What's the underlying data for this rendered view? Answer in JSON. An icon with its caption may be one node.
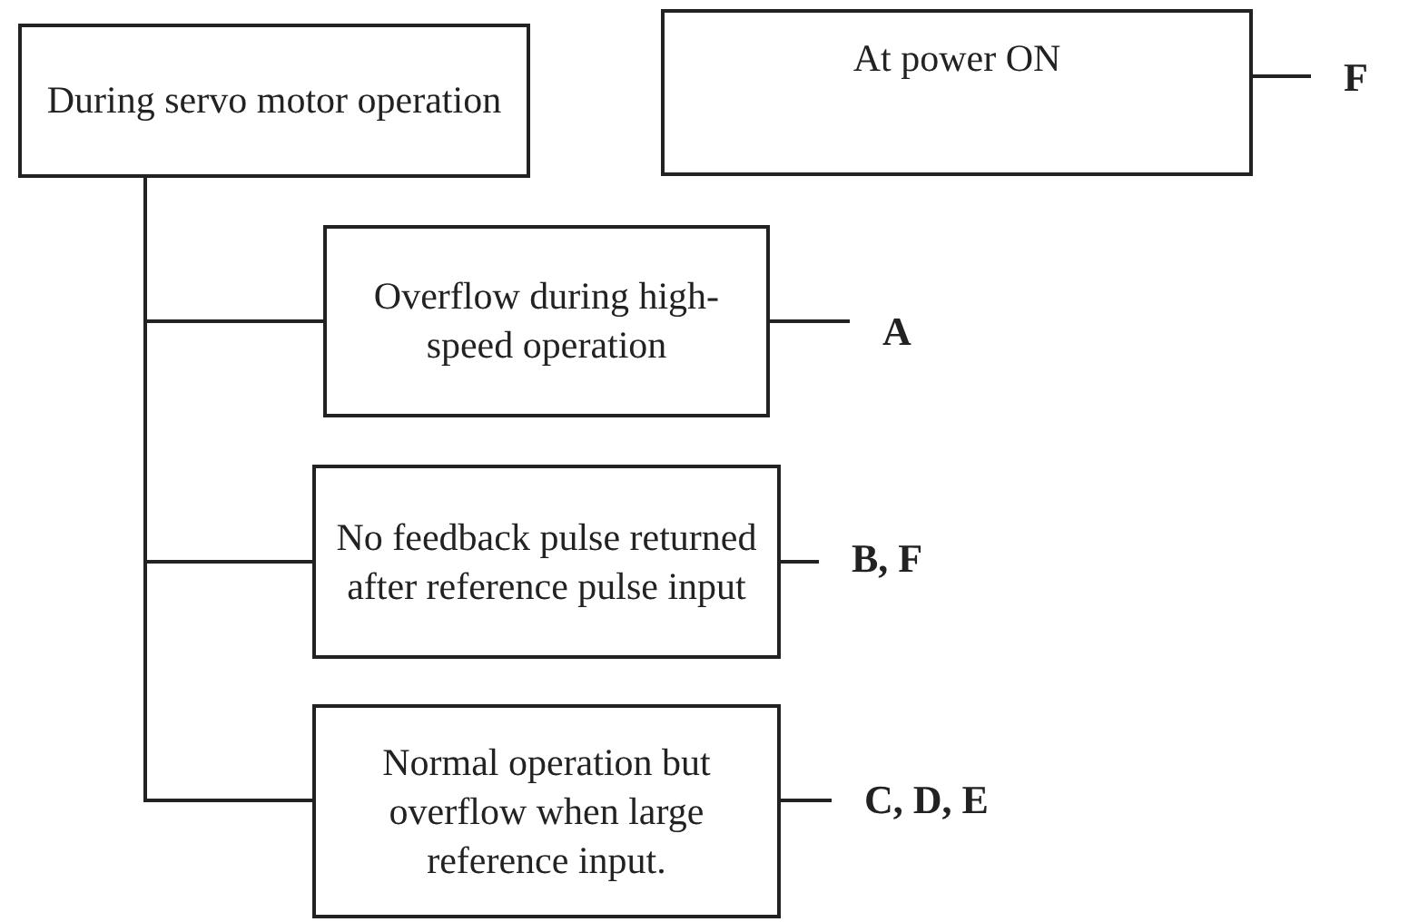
{
  "diagram": {
    "nodes": [
      {
        "text": [
          "During servo motor operation"
        ]
      },
      {
        "text": [
          "At power ON"
        ]
      },
      {
        "text": [
          "F"
        ]
      },
      {
        "text": [
          "Overflow during high-speed operation"
        ]
      },
      {
        "text": [
          "A"
        ]
      },
      {
        "text": [
          "No feedback pulse returned after reference pulse input"
        ]
      },
      {
        "text": [
          "B, F"
        ]
      },
      {
        "text": [
          "Normal operation but overflow when large reference input."
        ]
      },
      {
        "text": [
          "C, D, E"
        ]
      }
    ],
    "edges": [
      {
        "from": 1,
        "to": 2,
        "arrow": "none"
      },
      {
        "from": 0,
        "to": 3,
        "arrow": "none"
      },
      {
        "from": 0,
        "to": 5,
        "arrow": "none"
      },
      {
        "from": 0,
        "to": 7,
        "arrow": "none"
      },
      {
        "from": 3,
        "to": 4,
        "arrow": "none"
      },
      {
        "from": 5,
        "to": 6,
        "arrow": "none"
      },
      {
        "from": 7,
        "to": 8,
        "arrow": "none"
      }
    ]
  }
}
